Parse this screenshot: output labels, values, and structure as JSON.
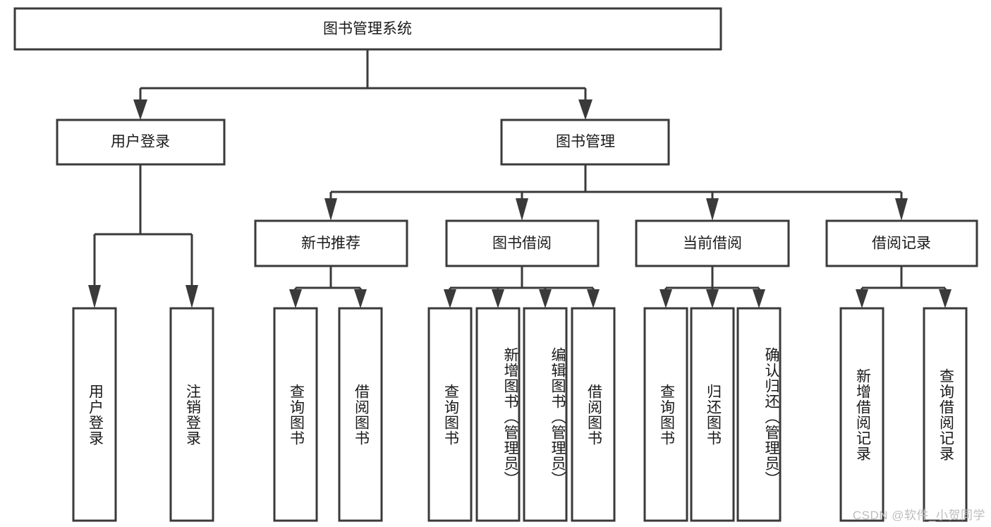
{
  "diagram": {
    "title": "图书管理系统",
    "watermark": "CSDN @软件_小贺同学",
    "type": "tree",
    "accent_color": "#3a3a3a",
    "background_color": "#ffffff",
    "root": {
      "label": "图书管理系统",
      "children": [
        {
          "label": "用户登录",
          "children": [
            {
              "label": "用户登录"
            },
            {
              "label": "注销登录"
            }
          ]
        },
        {
          "label": "图书管理",
          "children": [
            {
              "label": "新书推荐",
              "children": [
                {
                  "label": "查询图书"
                },
                {
                  "label": "借阅图书"
                }
              ]
            },
            {
              "label": "图书借阅",
              "children": [
                {
                  "label": "查询图书"
                },
                {
                  "label": "新增图书（管理员）"
                },
                {
                  "label": "编辑图书（管理员）"
                },
                {
                  "label": "借阅图书"
                }
              ]
            },
            {
              "label": "当前借阅",
              "children": [
                {
                  "label": "查询图书"
                },
                {
                  "label": "归还图书"
                },
                {
                  "label": "确认归还（管理员）"
                }
              ]
            },
            {
              "label": "借阅记录",
              "children": [
                {
                  "label": "新增借阅记录"
                },
                {
                  "label": "查询借阅记录"
                }
              ]
            }
          ]
        }
      ]
    },
    "nodes": {
      "root": "图书管理系统",
      "user_login": "用户登录",
      "book_manage": "图书管理",
      "new_book_rec": "新书推荐",
      "book_borrow": "图书借阅",
      "current_borrow": "当前借阅",
      "borrow_record": "借阅记录",
      "leaf_user_login": "用户登录",
      "leaf_user_logout": "注销登录",
      "leaf_rec_query": "查询图书",
      "leaf_rec_borrow": "借阅图书",
      "leaf_borrow_query": "查询图书",
      "leaf_borrow_add": "新增图书（管理员）",
      "leaf_borrow_edit": "编辑图书（管理员）",
      "leaf_borrow_borrow": "借阅图书",
      "leaf_cur_query": "查询图书",
      "leaf_cur_return": "归还图书",
      "leaf_cur_confirm": "确认归还（管理员）",
      "leaf_rec_add": "新增借阅记录",
      "leaf_rec_query2": "查询借阅记录"
    }
  }
}
